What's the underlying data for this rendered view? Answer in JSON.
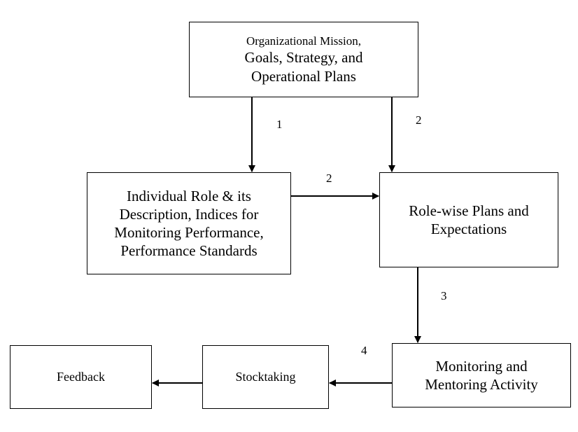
{
  "boxes": {
    "mission": [
      "Organizational Mission,",
      "Goals, Strategy, and",
      "Operational Plans"
    ],
    "role_description": [
      "Individual Role & its",
      "Description, Indices for",
      "Monitoring Performance,",
      "Performance Standards"
    ],
    "role_plans": [
      "Role-wise Plans and",
      "Expectations"
    ],
    "monitoring": [
      "Monitoring and",
      "Mentoring Activity"
    ],
    "stocktaking": [
      "Stocktaking"
    ],
    "feedback": [
      "Feedback"
    ]
  },
  "edge_labels": {
    "mission_to_role": "1",
    "mission_to_plans": "2",
    "role_to_plans": "2",
    "plans_to_monitoring": "3",
    "monitoring_to_stocktaking": "4"
  }
}
